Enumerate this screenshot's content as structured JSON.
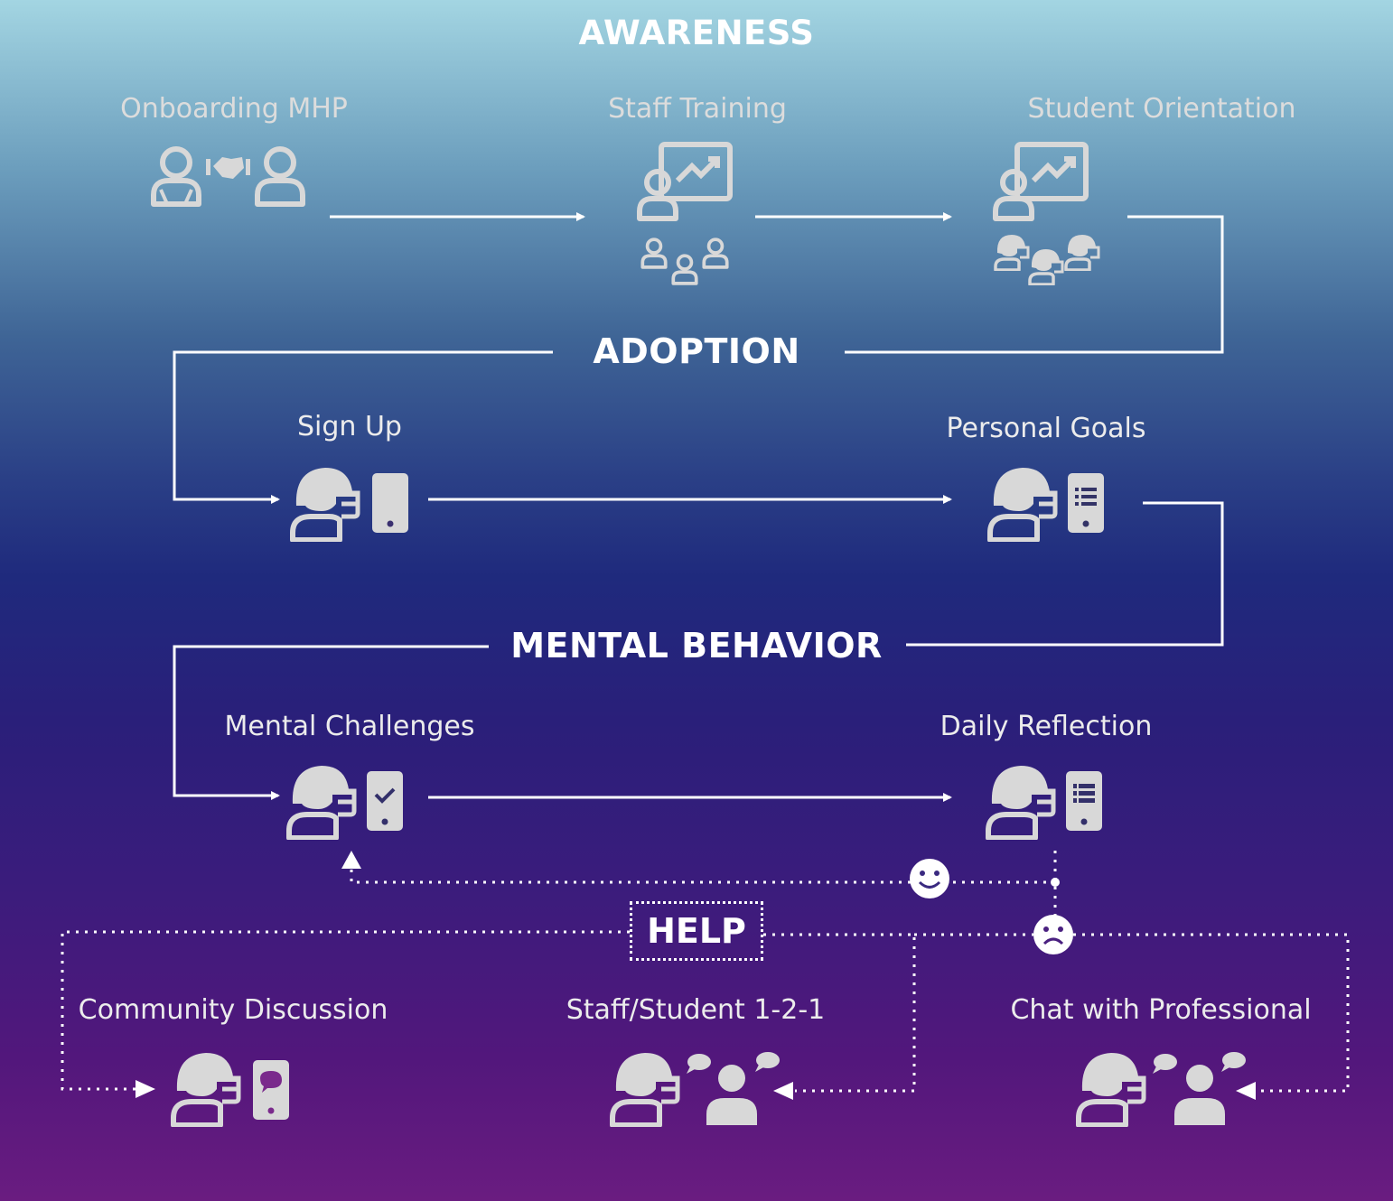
{
  "sections": {
    "awareness": "AWARENESS",
    "adoption": "ADOPTION",
    "mental_behavior": "MENTAL BEHAVIOR",
    "help": "HELP"
  },
  "steps": {
    "onboarding_mhp": "Onboarding MHP",
    "staff_training": "Staff Training",
    "student_orientation": "Student Orientation",
    "sign_up": "Sign Up",
    "personal_goals": "Personal Goals",
    "mental_challenges": "Mental Challenges",
    "daily_reflection": "Daily Reflection",
    "community_discussion": "Community Discussion",
    "staff_student_121": "Staff/Student 1-2-1",
    "chat_with_professional": "Chat with Professional"
  },
  "colors": {
    "icon": "#d8d8d8",
    "line": "#ffffff",
    "accent_purple": "#7a2a8c"
  },
  "icons": {
    "happy": "happy-face-icon",
    "sad": "sad-face-icon",
    "athlete": "football-helmet-person-icon",
    "phone": "phone-icon",
    "presentation": "presentation-chart-icon"
  }
}
